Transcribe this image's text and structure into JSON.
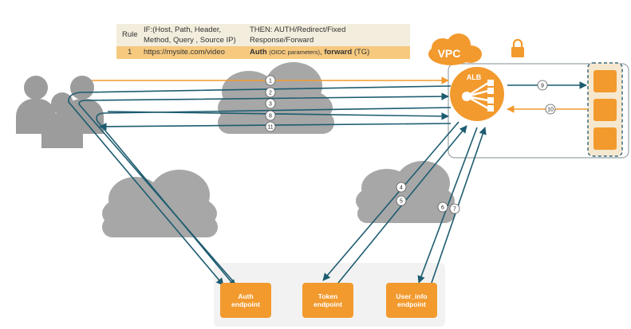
{
  "rule_table": {
    "header": {
      "rule": "Rule",
      "if_line1": "IF:(Host, Path, Header,",
      "if_line2": "Method, Query , Source IP)",
      "then_line1": "THEN: AUTH/Redirect/Fixed",
      "then_line2": "Response/Forward"
    },
    "row": {
      "number": "1",
      "condition": "https://mysite.com/video",
      "action_auth": "Auth",
      "action_auth_params": "(OIDC parameters)",
      "action_sep": ",",
      "action_forward": "forward",
      "action_target": "(TG)"
    }
  },
  "vpc_label": "VPC",
  "alb_label": "ALB",
  "endpoints": {
    "auth_line1": "Auth",
    "auth_line2": "endpoint",
    "token_line1": "Token",
    "token_line2": "endpoint",
    "userinfo_line1": "User_info",
    "userinfo_line2": "endpoint"
  },
  "steps": [
    "1",
    "2",
    "3",
    "8",
    "11",
    "4",
    "5",
    "6",
    "7",
    "9",
    "10"
  ],
  "colors": {
    "orange": "#f29a2e",
    "teal": "#1d5c70",
    "cloud": "#a7a7a7",
    "user": "#9c9c9c",
    "vpc_border": "#9aa3a8",
    "endpoint_bg": "#f2f2f2",
    "target_group_bg": "#f6e8cf",
    "target_group_border": "#3a6a80"
  },
  "icons": [
    "users-icon",
    "internet-cloud-icon",
    "lock-icon",
    "load-balancer-icon",
    "target-instance-icon"
  ]
}
